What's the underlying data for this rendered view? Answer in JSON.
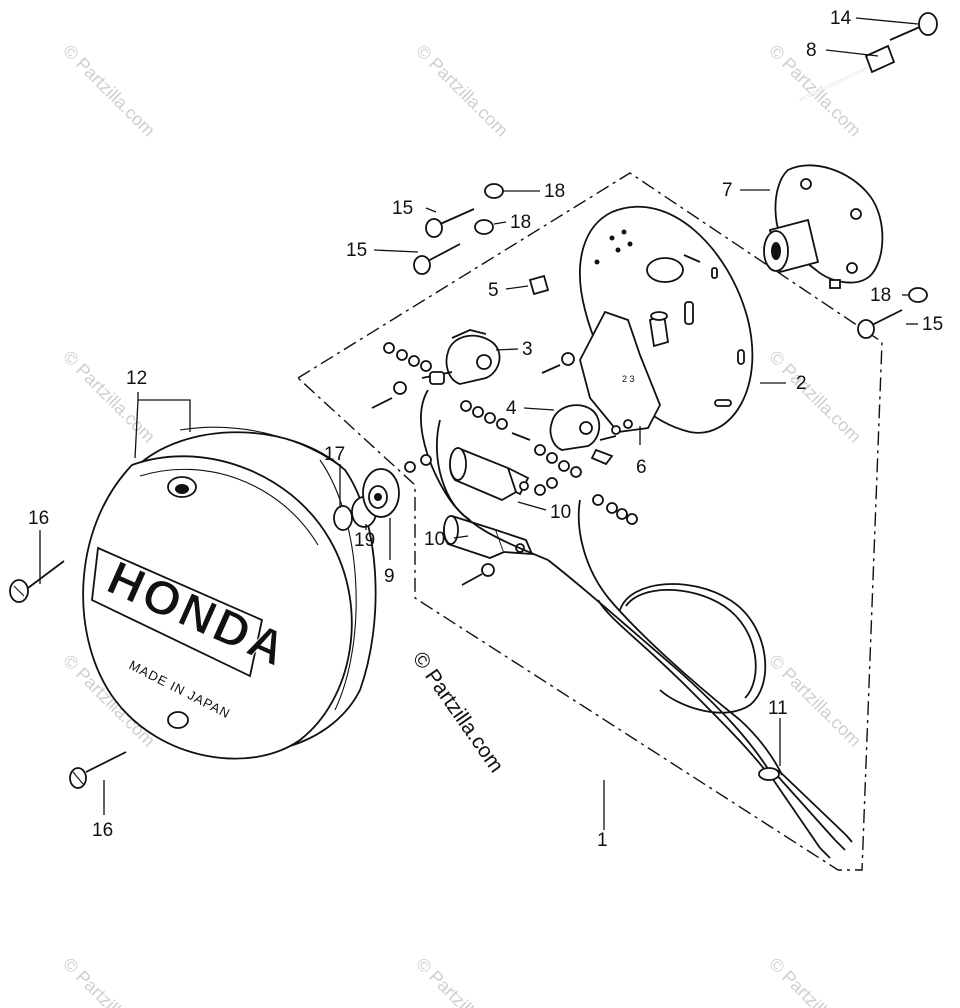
{
  "callouts": {
    "n1": "1",
    "n2": "2",
    "n3": "3",
    "n4": "4",
    "n5": "5",
    "n6": "6",
    "n7": "7",
    "n8": "8",
    "n9": "9",
    "n10a": "10",
    "n10b": "10",
    "n11": "11",
    "n12": "12",
    "n14": "14",
    "n15a": "15",
    "n15b": "15",
    "n15c": "15",
    "n16a": "16",
    "n16b": "16",
    "n17": "17",
    "n18a": "18",
    "n18b": "18",
    "n18c": "18",
    "n19": "19"
  },
  "cover_text": {
    "brand": "HONDA",
    "made_in": "MADE IN JAPAN"
  },
  "watermarks": {
    "text": "© Partzilla.com",
    "center": "© Partzilla.com"
  },
  "colors": {
    "ink": "#111111",
    "watermark": "#cfcfcf",
    "background": "#ffffff"
  }
}
